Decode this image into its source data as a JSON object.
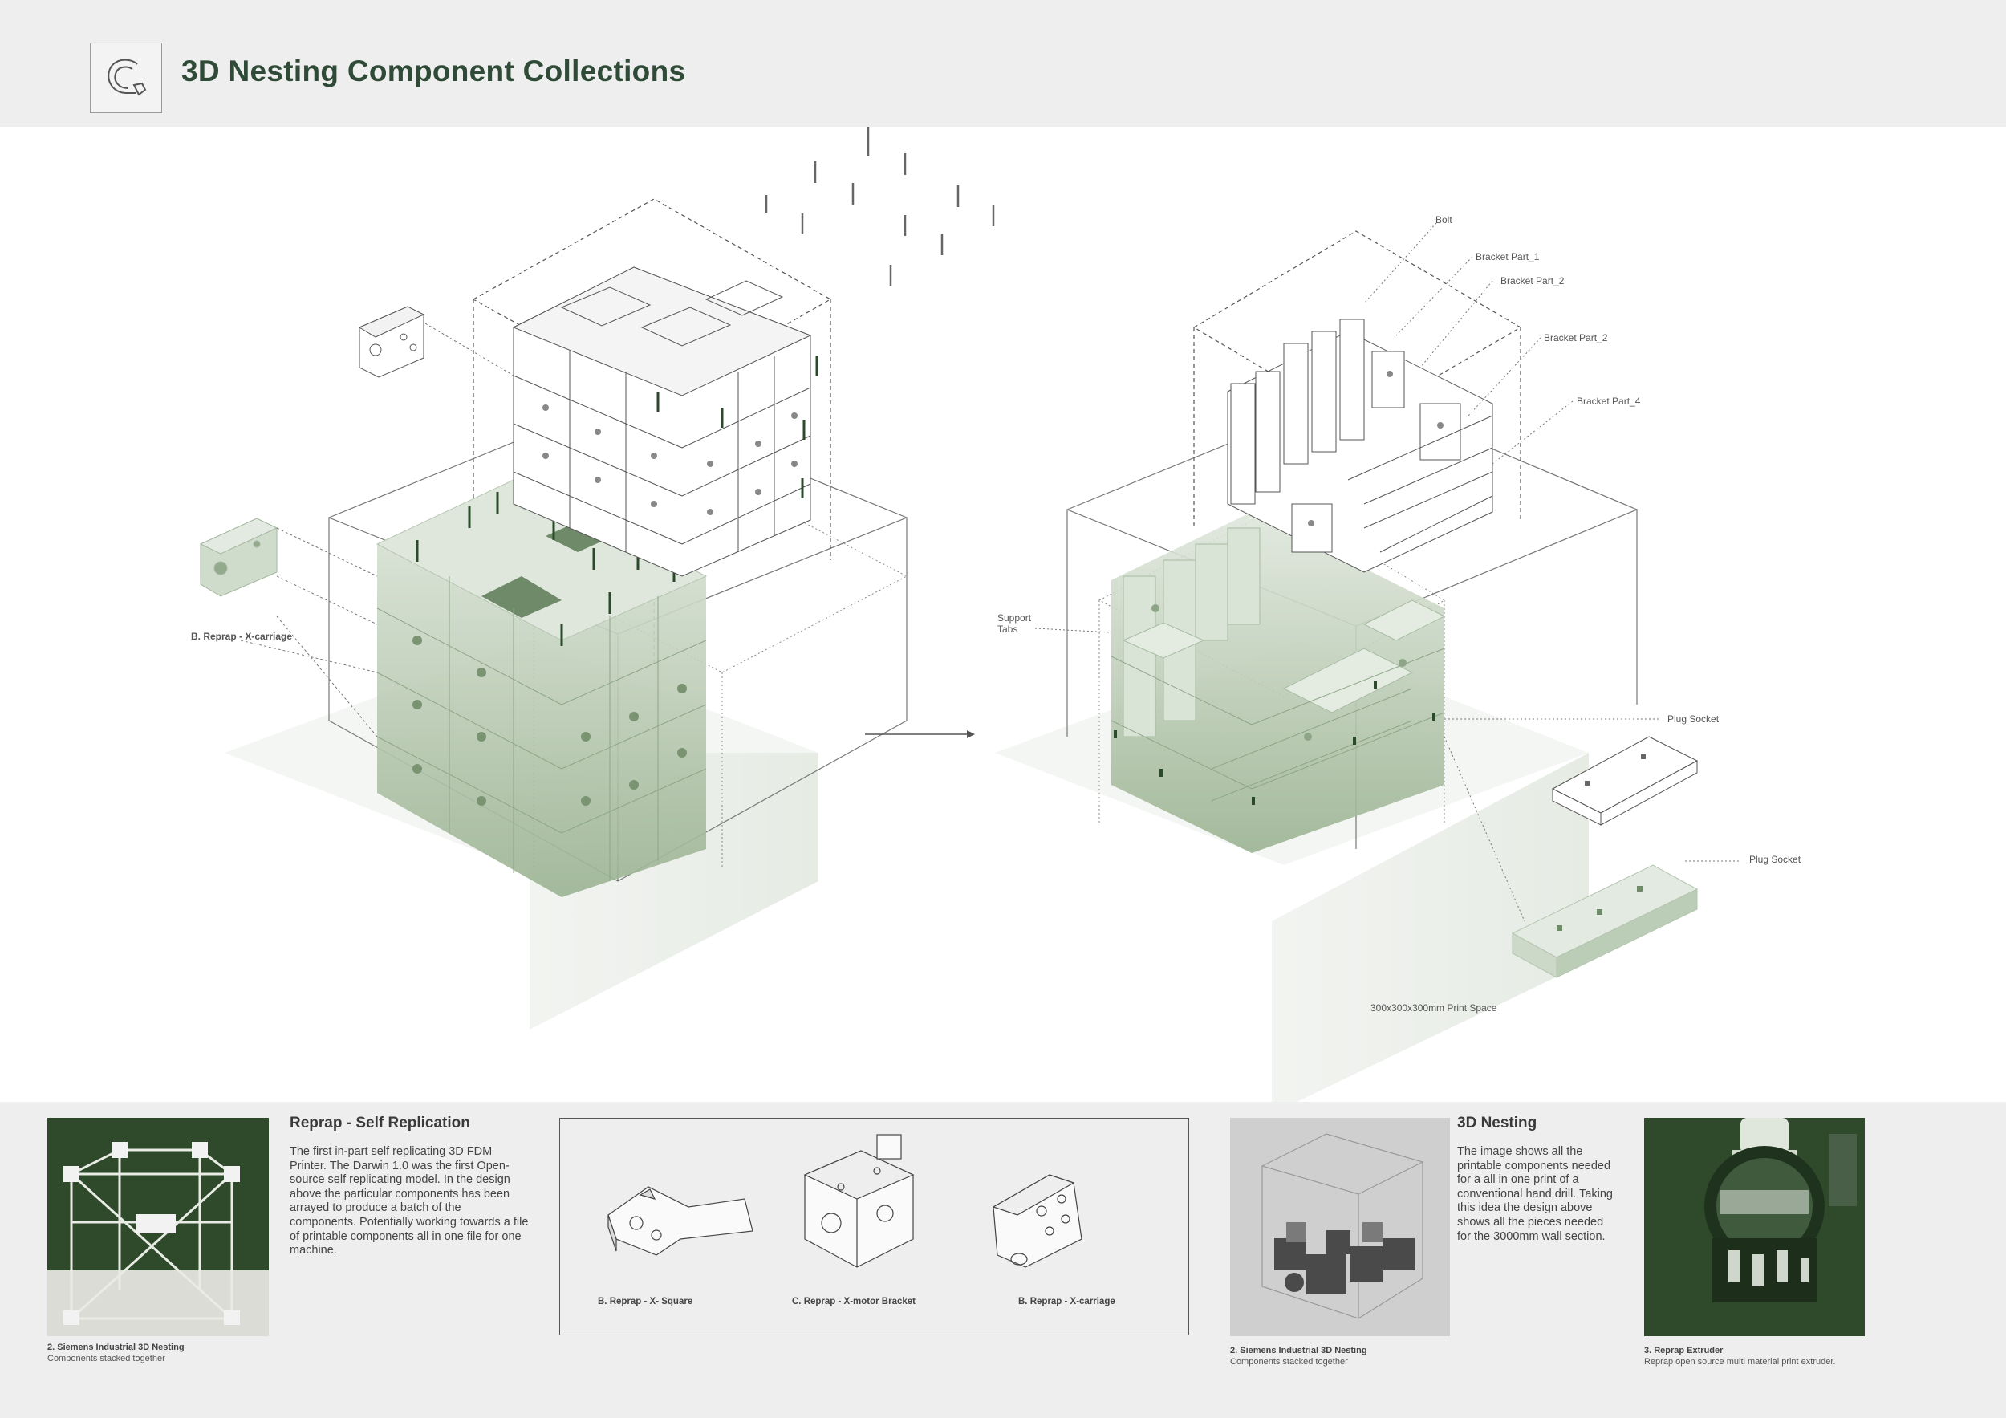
{
  "header": {
    "title": "3D Nesting Component Collections"
  },
  "diagram_labels": {
    "xcarriage": "B. Reprap - X-carriage",
    "bolt": "Bolt",
    "bracket1": "Bracket Part_1",
    "bracket2a": "Bracket Part_2",
    "bracket2b": "Bracket Part_2",
    "bracket4": "Bracket Part_4",
    "support_tabs_1": "Support",
    "support_tabs_2": "Tabs",
    "plug_socket_1": "Plug Socket",
    "plug_socket_2": "Plug Socket",
    "print_space": "300x300x300mm Print Space"
  },
  "footer": {
    "photo1": {
      "caption_title": "2. Siemens Industrial 3D Nesting",
      "caption_sub": "Components stacked together"
    },
    "reprap": {
      "heading": "Reprap - Self Replication",
      "body": "The first in-part self replicating 3D FDM Printer. The Darwin 1.0 was the first Open-source self replicating model. In the design above the particular components has been arrayed to produce a batch of the components. Potentially working towards a file of printable components all in one file for one machine."
    },
    "components": [
      {
        "label": "B. Reprap - X- Square"
      },
      {
        "label": "C. Reprap - X-motor Bracket"
      },
      {
        "label": "B. Reprap - X-carriage"
      }
    ],
    "photo2": {
      "caption_title": "2. Siemens Industrial 3D Nesting",
      "caption_sub": "Components stacked together"
    },
    "nesting": {
      "heading": "3D Nesting",
      "body": "The image shows all the printable components needed for a all in one print of a conventional hand drill. Taking this idea the design above shows all the pieces needed for the 3000mm wall section."
    },
    "photo3": {
      "caption_title": "3. Reprap Extruder",
      "caption_sub": "Reprap open source multi material print extruder."
    }
  },
  "colors": {
    "accent_green": "#2f4a36",
    "photo_green": "#2e4a2a",
    "pale_green": "#b9cdb4",
    "background_band": "#eeeeee"
  }
}
